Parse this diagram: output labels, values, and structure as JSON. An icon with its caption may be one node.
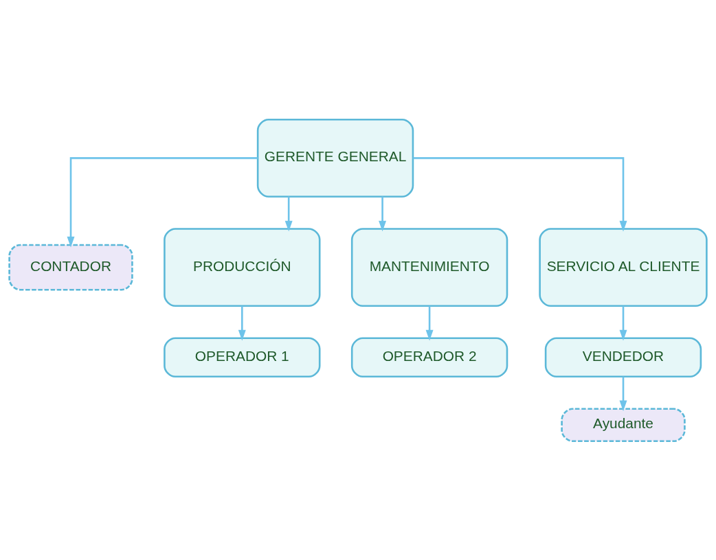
{
  "diagram": {
    "nodes": [
      {
        "text": [
          "GERENTE GENERAL"
        ]
      },
      {
        "text": [
          "CONTADOR"
        ]
      },
      {
        "text": [
          "PRODUCCIÓN"
        ]
      },
      {
        "text": [
          "MANTENIMIENTO"
        ]
      },
      {
        "text": [
          "SERVICIO AL CLIENTE"
        ]
      },
      {
        "text": [
          "OPERADOR 1"
        ]
      },
      {
        "text": [
          "OPERADOR 2"
        ]
      },
      {
        "text": [
          "VENDEDOR"
        ]
      },
      {
        "text": [
          "Ayudante"
        ]
      }
    ],
    "edges": [
      {
        "from": 0,
        "to": 1,
        "arrow": "to"
      },
      {
        "from": 0,
        "to": 2,
        "arrow": "to"
      },
      {
        "from": 0,
        "to": 3,
        "arrow": "to"
      },
      {
        "from": 0,
        "to": 4,
        "arrow": "to"
      },
      {
        "from": 2,
        "to": 5,
        "arrow": "to"
      },
      {
        "from": 3,
        "to": 6,
        "arrow": "to"
      },
      {
        "from": 4,
        "to": 7,
        "arrow": "to"
      },
      {
        "from": 7,
        "to": 8,
        "arrow": "to"
      }
    ]
  }
}
